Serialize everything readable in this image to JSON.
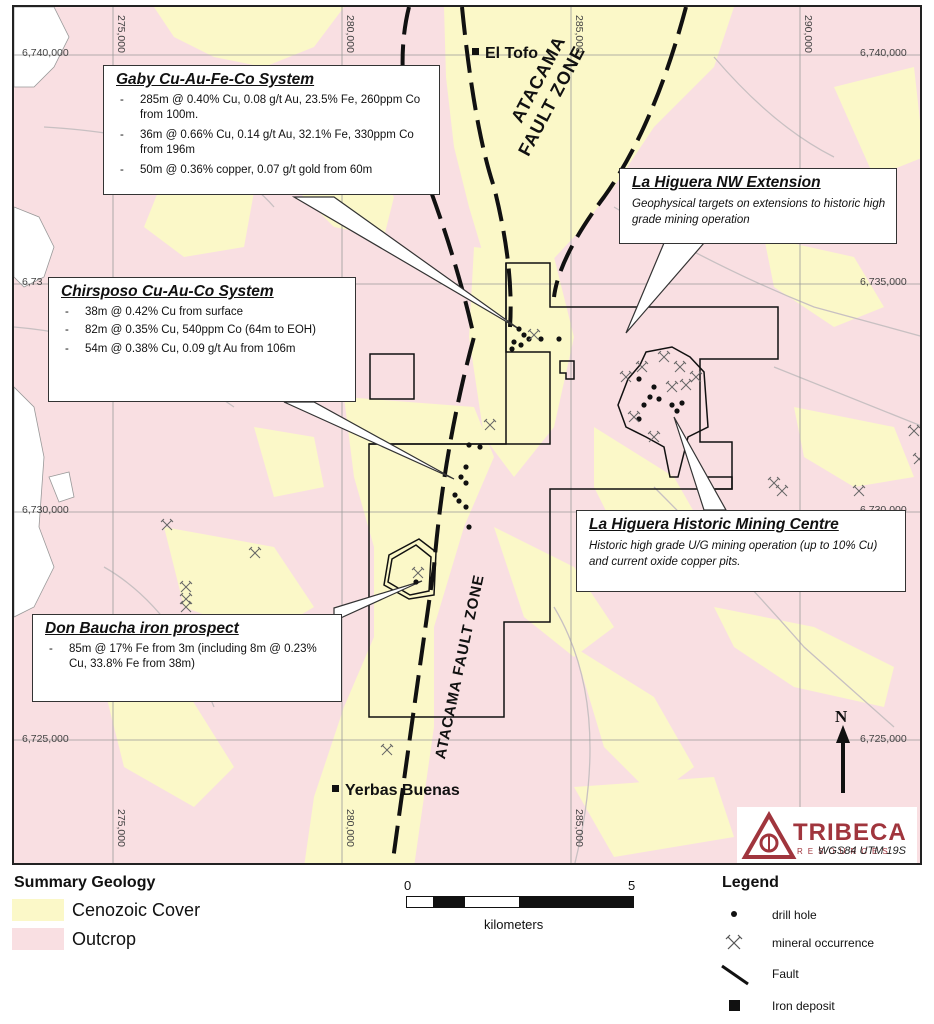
{
  "map": {
    "easting_labels": [
      "275,000",
      "280,000",
      "285,000",
      "290,000"
    ],
    "northing_labels": [
      "6,740,000",
      "6,735,000",
      "6,730,000",
      "6,725,000"
    ],
    "northing_partial": "6,73",
    "places": {
      "el_tofo": "El Tofo",
      "yerbas_buenas": "Yerbas Buenas"
    },
    "fault_zone_upper": [
      "ATACAMA",
      "FAULT ZONE"
    ],
    "fault_zone_lower": "ATACAMA FAULT ZONE",
    "datum": "WGS84 UTM 19S",
    "north": "N"
  },
  "callouts": {
    "gaby": {
      "title": "Gaby Cu-Au-Fe-Co System",
      "items": [
        "285m @ 0.40% Cu, 0.08 g/t Au, 23.5% Fe, 260ppm Co from 100m.",
        "36m @ 0.66% Cu, 0.14 g/t Au, 32.1% Fe, 330ppm Co from 196m",
        "50m @ 0.36% copper, 0.07 g/t gold from 60m"
      ]
    },
    "chirsposo": {
      "title": "Chirsposo Cu-Au-Co System",
      "items": [
        "38m @ 0.42% Cu from surface",
        "82m @ 0.35% Cu, 540ppm Co (64m to EOH)",
        "54m @ 0.38% Cu, 0.09 g/t Au from 106m"
      ]
    },
    "don_baucha": {
      "title": "Don Baucha iron prospect",
      "items": [
        "85m @ 17% Fe from 3m (including 8m @ 0.23% Cu, 33.8% Fe from 38m)"
      ]
    },
    "nw_extension": {
      "title": "La Higuera NW Extension",
      "description": "Geophysical targets on extensions to historic high grade mining operation"
    },
    "historic_centre": {
      "title": "La Higuera Historic Mining Centre",
      "description": "Historic high grade U/G mining operation (up to 10% Cu) and current oxide copper pits."
    }
  },
  "logo": {
    "name": "TRIBECA",
    "sub": "RESOURCES",
    "color": "#a0353d"
  },
  "geology": {
    "title": "Summary Geology",
    "items": [
      {
        "label": "Cenozoic Cover",
        "color": "#fbf8c8"
      },
      {
        "label": "Outcrop",
        "color": "#f9dfe2"
      }
    ]
  },
  "scale": {
    "start": "0",
    "end": "5",
    "unit": "kilometers"
  },
  "legend": {
    "title": "Legend",
    "items": [
      {
        "label": "drill hole",
        "icon": "drill-hole-dot"
      },
      {
        "label": "mineral occurrence",
        "icon": "crossed-picks"
      },
      {
        "label": "Fault",
        "icon": "fault-line"
      },
      {
        "label": "Iron deposit",
        "icon": "black-square"
      }
    ]
  }
}
